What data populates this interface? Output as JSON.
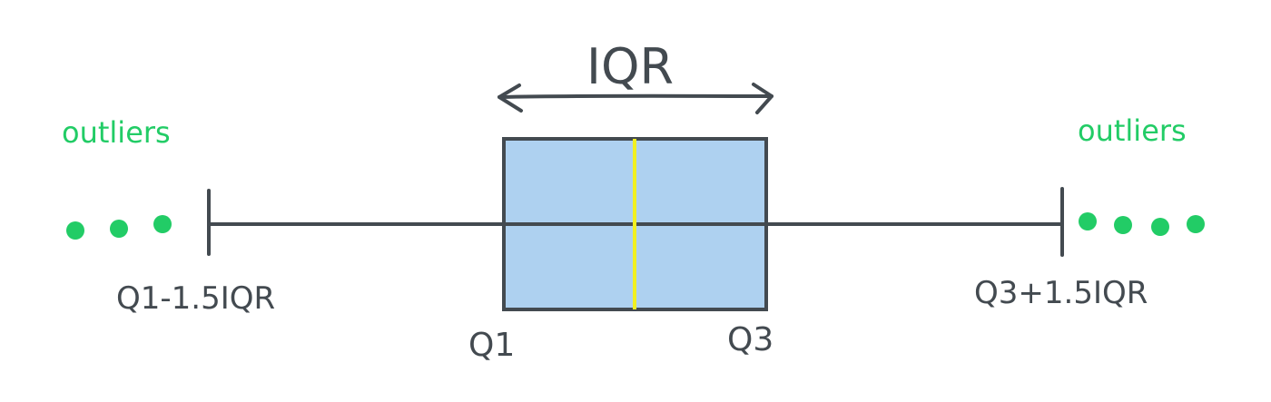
{
  "title": "IQR",
  "labels": {
    "outliers_left": "outliers",
    "outliers_right": "outliers",
    "lower_fence": "Q1-1.5IQR",
    "upper_fence": "Q3+1.5IQR",
    "q1": "Q1",
    "q3": "Q3"
  },
  "outlier_points": {
    "left_count": 3,
    "right_count": 4
  },
  "colors": {
    "line": "#434a50",
    "box_fill": "#aed1f0",
    "median": "#f1f021",
    "outliers": "#22cc66",
    "background": "#ffffff"
  }
}
